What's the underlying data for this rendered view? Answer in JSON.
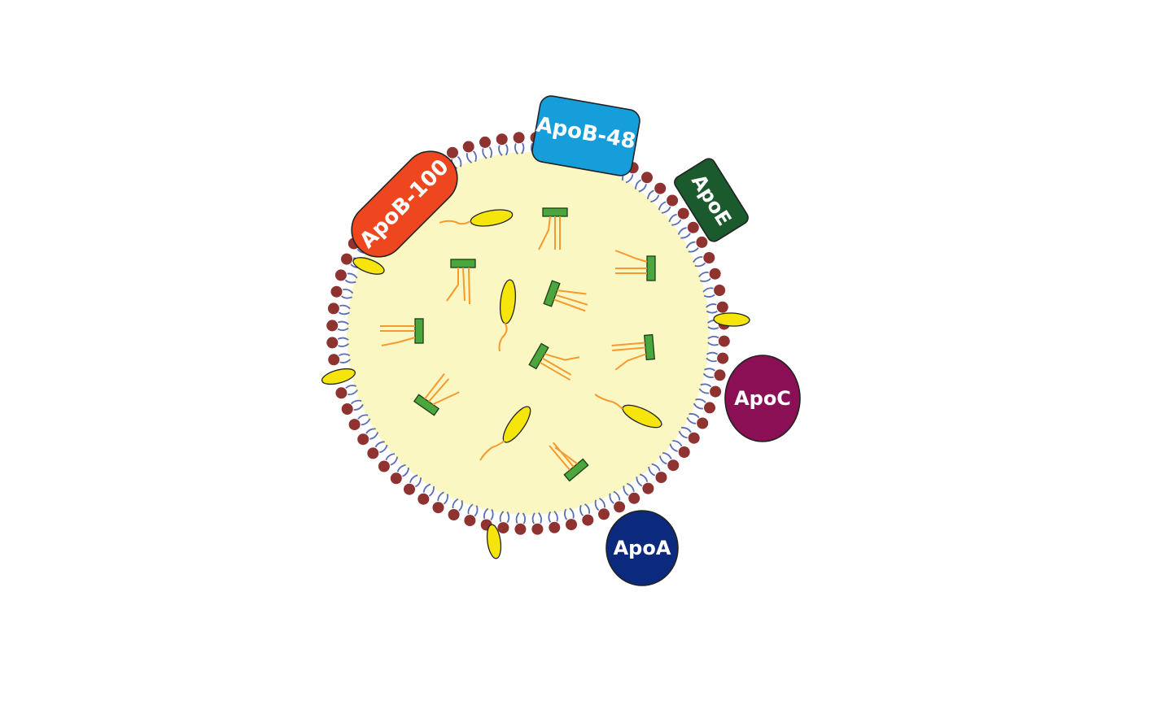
{
  "apolipoproteins": [
    {
      "id": "apob100",
      "label": "ApoB-100",
      "color": "#ee4720"
    },
    {
      "id": "apob48",
      "label": "ApoB-48",
      "color": "#169edb"
    },
    {
      "id": "apoe",
      "label": "ApoE",
      "color": "#1b5a2d"
    },
    {
      "id": "apoc",
      "label": "ApoC",
      "color": "#8a0f55"
    },
    {
      "id": "apoa",
      "label": "ApoA",
      "color": "#0b2a7d"
    }
  ],
  "colors": {
    "core": "#faf7c2",
    "phospholipid_head": "#8e3330",
    "phospholipid_tail": "#5a6fb4",
    "triglyceride_head": "#4ba63d",
    "fatty_acid_chain": "#f59a2e",
    "cholesterol": "#f5e50c"
  },
  "icons": {
    "phospholipid": "phospholipid-icon",
    "triglyceride": "triglyceride-icon",
    "cholesterol": "cholesterol-icon"
  }
}
